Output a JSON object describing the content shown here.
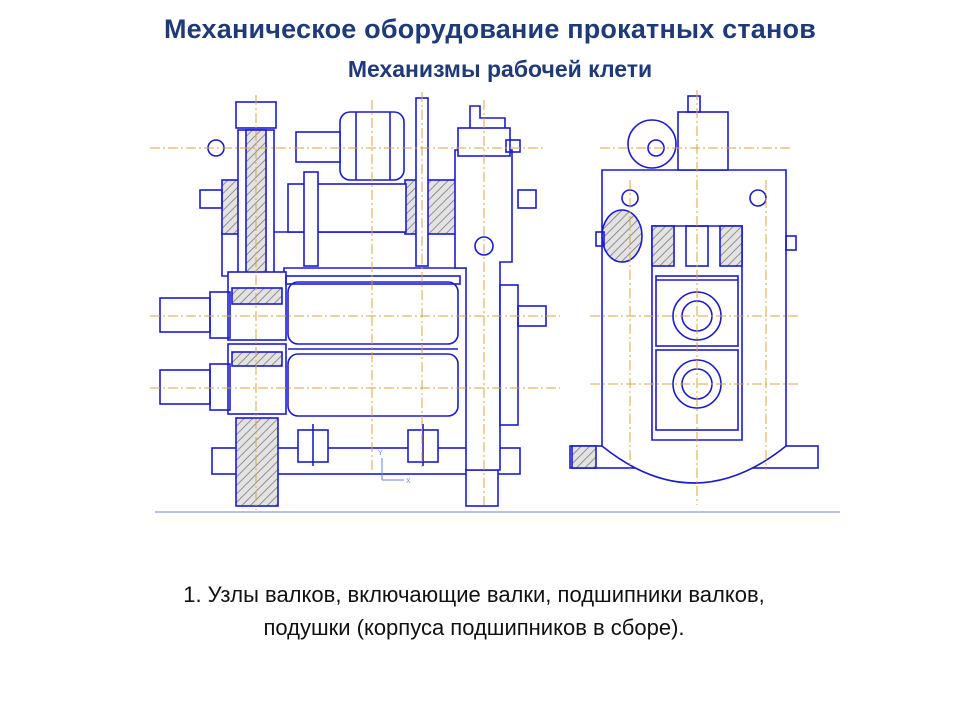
{
  "slide": {
    "title": "Механическое оборудование прокатных станов",
    "subtitle": "Механизмы рабочей клети",
    "caption_line1": "1. Узлы валков, включающие валки, подшипники валков,",
    "caption_line2": "подушки (корпуса подшипников в сборе)."
  },
  "drawing": {
    "axis_x": "X",
    "axis_y": "Y",
    "line_color": "#1a1ad0",
    "hatch_color": "#9b9b9b",
    "centerline_color": "#d4a646"
  }
}
